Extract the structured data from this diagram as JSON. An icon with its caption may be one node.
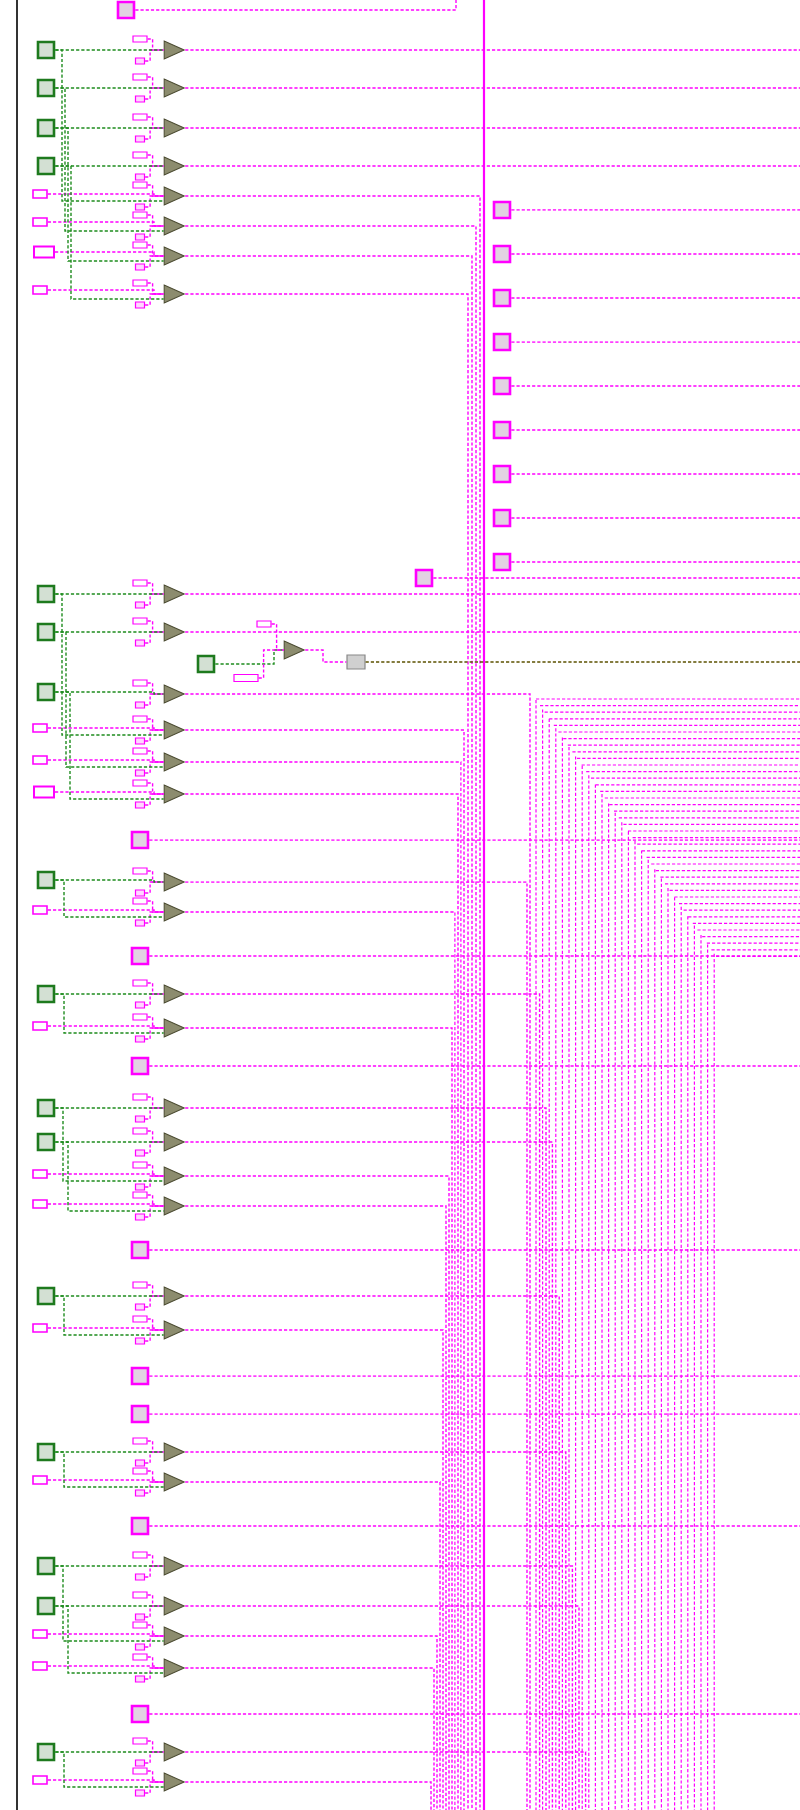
{
  "diagram": {
    "nodes": [
      {
        "text": [],
        "shape": "box"
      },
      {
        "text": [],
        "shape": "box"
      },
      {
        "text": [],
        "shape": "box"
      },
      {
        "text": [],
        "shape": "box"
      },
      {
        "text": [],
        "shape": "triangle"
      },
      {
        "text": [],
        "shape": "box"
      },
      {
        "text": [],
        "shape": "box"
      },
      {
        "text": [],
        "shape": "box"
      },
      {
        "text": [],
        "shape": "triangle"
      },
      {
        "text": [],
        "shape": "box"
      },
      {
        "text": [],
        "shape": "box"
      },
      {
        "text": [],
        "shape": "box"
      },
      {
        "text": [],
        "shape": "triangle"
      },
      {
        "text": [],
        "shape": "box"
      },
      {
        "text": [],
        "shape": "box"
      },
      {
        "text": [],
        "shape": "box"
      },
      {
        "text": [],
        "shape": "triangle"
      },
      {
        "text": [],
        "shape": "box"
      },
      {
        "text": [],
        "shape": "box"
      },
      {
        "text": [],
        "shape": "box"
      },
      {
        "text": [],
        "shape": "triangle"
      },
      {
        "text": [],
        "shape": "box"
      },
      {
        "text": [],
        "shape": "box"
      },
      {
        "text": [],
        "shape": "box"
      },
      {
        "text": [],
        "shape": "triangle"
      },
      {
        "text": [],
        "shape": "box"
      },
      {
        "text": [],
        "shape": "box"
      },
      {
        "text": [],
        "shape": "box"
      },
      {
        "text": [],
        "shape": "triangle"
      },
      {
        "text": [],
        "shape": "box"
      },
      {
        "text": [],
        "shape": "box"
      },
      {
        "text": [],
        "shape": "box"
      },
      {
        "text": [],
        "shape": "triangle"
      },
      {
        "text": [],
        "shape": "box"
      },
      {
        "text": [],
        "shape": "box"
      },
      {
        "text": [],
        "shape": "box"
      },
      {
        "text": [],
        "shape": "box"
      },
      {
        "text": [],
        "shape": "box"
      },
      {
        "text": [],
        "shape": "box"
      },
      {
        "text": [],
        "shape": "box"
      },
      {
        "text": [],
        "shape": "box"
      },
      {
        "text": [],
        "shape": "box"
      },
      {
        "text": [],
        "shape": "box"
      },
      {
        "text": [],
        "shape": "box"
      },
      {
        "text": [],
        "shape": "box"
      },
      {
        "text": [],
        "shape": "box"
      },
      {
        "text": [],
        "shape": "triangle"
      },
      {
        "text": [],
        "shape": "box"
      },
      {
        "text": [],
        "shape": "box"
      },
      {
        "text": [],
        "shape": "box"
      },
      {
        "text": [],
        "shape": "triangle"
      },
      {
        "text": [],
        "shape": "box"
      },
      {
        "text": [],
        "shape": "box"
      },
      {
        "text": [],
        "shape": "box"
      },
      {
        "text": [],
        "shape": "triangle"
      },
      {
        "text": [],
        "shape": "box"
      },
      {
        "text": [],
        "shape": "box"
      },
      {
        "text": [],
        "shape": "box"
      },
      {
        "text": [],
        "shape": "box"
      },
      {
        "text": [],
        "shape": "triangle"
      },
      {
        "text": [],
        "shape": "box"
      },
      {
        "text": [],
        "shape": "box"
      },
      {
        "text": [],
        "shape": "box"
      },
      {
        "text": [],
        "shape": "triangle"
      },
      {
        "text": [],
        "shape": "box"
      },
      {
        "text": [],
        "shape": "box"
      },
      {
        "text": [],
        "shape": "box"
      },
      {
        "text": [],
        "shape": "triangle"
      },
      {
        "text": [],
        "shape": "box"
      },
      {
        "text": [],
        "shape": "box"
      },
      {
        "text": [],
        "shape": "box"
      },
      {
        "text": [],
        "shape": "triangle"
      },
      {
        "text": [],
        "shape": "box"
      },
      {
        "text": [],
        "shape": "box"
      },
      {
        "text": [],
        "shape": "box"
      },
      {
        "text": [],
        "shape": "box"
      },
      {
        "text": [],
        "shape": "triangle"
      },
      {
        "text": [],
        "shape": "box"
      },
      {
        "text": [],
        "shape": "box"
      },
      {
        "text": [],
        "shape": "box"
      },
      {
        "text": [],
        "shape": "triangle"
      },
      {
        "text": [],
        "shape": "box"
      },
      {
        "text": [],
        "shape": "box"
      },
      {
        "text": [],
        "shape": "box"
      },
      {
        "text": [],
        "shape": "box"
      },
      {
        "text": [],
        "shape": "triangle"
      },
      {
        "text": [],
        "shape": "box"
      },
      {
        "text": [],
        "shape": "box"
      },
      {
        "text": [],
        "shape": "box"
      },
      {
        "text": [],
        "shape": "triangle"
      },
      {
        "text": [],
        "shape": "box"
      },
      {
        "text": [],
        "shape": "box"
      },
      {
        "text": [],
        "shape": "box"
      },
      {
        "text": [],
        "shape": "box"
      },
      {
        "text": [],
        "shape": "triangle"
      },
      {
        "text": [],
        "shape": "box"
      },
      {
        "text": [],
        "shape": "box"
      },
      {
        "text": [],
        "shape": "box"
      },
      {
        "text": [],
        "shape": "triangle"
      },
      {
        "text": [],
        "shape": "box"
      },
      {
        "text": [],
        "shape": "box"
      },
      {
        "text": [],
        "shape": "box"
      },
      {
        "text": [],
        "shape": "triangle"
      },
      {
        "text": [],
        "shape": "box"
      },
      {
        "text": [],
        "shape": "box"
      },
      {
        "text": [],
        "shape": "box"
      },
      {
        "text": [],
        "shape": "triangle"
      },
      {
        "text": [],
        "shape": "box"
      },
      {
        "text": [],
        "shape": "box"
      },
      {
        "text": [],
        "shape": "box"
      },
      {
        "text": [],
        "shape": "box"
      },
      {
        "text": [],
        "shape": "triangle"
      },
      {
        "text": [],
        "shape": "box"
      },
      {
        "text": [],
        "shape": "box"
      },
      {
        "text": [],
        "shape": "box"
      },
      {
        "text": [],
        "shape": "triangle"
      },
      {
        "text": [],
        "shape": "box"
      },
      {
        "text": [],
        "shape": "box"
      },
      {
        "text": [],
        "shape": "box"
      },
      {
        "text": [],
        "shape": "box"
      },
      {
        "text": [],
        "shape": "box"
      },
      {
        "text": [],
        "shape": "triangle"
      },
      {
        "text": [],
        "shape": "box"
      },
      {
        "text": [],
        "shape": "box"
      },
      {
        "text": [],
        "shape": "box"
      },
      {
        "text": [],
        "shape": "triangle"
      },
      {
        "text": [],
        "shape": "box"
      },
      {
        "text": [],
        "shape": "box"
      },
      {
        "text": [],
        "shape": "box"
      },
      {
        "text": [],
        "shape": "box"
      },
      {
        "text": [],
        "shape": "triangle"
      },
      {
        "text": [],
        "shape": "box"
      },
      {
        "text": [],
        "shape": "box"
      },
      {
        "text": [],
        "shape": "box"
      },
      {
        "text": [],
        "shape": "triangle"
      },
      {
        "text": [],
        "shape": "box"
      },
      {
        "text": [],
        "shape": "box"
      },
      {
        "text": [],
        "shape": "box"
      },
      {
        "text": [],
        "shape": "triangle"
      },
      {
        "text": [],
        "shape": "box"
      },
      {
        "text": [],
        "shape": "box"
      },
      {
        "text": [],
        "shape": "box"
      },
      {
        "text": [],
        "shape": "triangle"
      },
      {
        "text": [],
        "shape": "box"
      },
      {
        "text": [],
        "shape": "box"
      },
      {
        "text": [],
        "shape": "box"
      },
      {
        "text": [],
        "shape": "box"
      },
      {
        "text": [],
        "shape": "triangle"
      },
      {
        "text": [],
        "shape": "box"
      },
      {
        "text": [],
        "shape": "box"
      },
      {
        "text": [],
        "shape": "box"
      },
      {
        "text": [],
        "shape": "triangle"
      }
    ],
    "edges": [
      {
        "from": 0,
        "to": null,
        "arrow": "none"
      },
      {
        "from": 2,
        "to": 4,
        "arrow": "none"
      },
      {
        "from": 3,
        "to": 4,
        "arrow": "none"
      },
      {
        "from": 1,
        "to": 4,
        "arrow": "none",
        "color": "#1e8c1e"
      },
      {
        "from": 4,
        "to": null,
        "arrow": "none"
      },
      {
        "from": 6,
        "to": 8,
        "arrow": "none"
      },
      {
        "from": 7,
        "to": 8,
        "arrow": "none"
      },
      {
        "from": 5,
        "to": 8,
        "arrow": "none",
        "color": "#1e8c1e"
      },
      {
        "from": 8,
        "to": null,
        "arrow": "none"
      },
      {
        "from": 10,
        "to": 12,
        "arrow": "none"
      },
      {
        "from": 11,
        "to": 12,
        "arrow": "none"
      },
      {
        "from": 9,
        "to": 12,
        "arrow": "none",
        "color": "#1e8c1e"
      },
      {
        "from": 12,
        "to": null,
        "arrow": "none"
      },
      {
        "from": 14,
        "to": 16,
        "arrow": "none"
      },
      {
        "from": 15,
        "to": 16,
        "arrow": "none"
      },
      {
        "from": 13,
        "to": 16,
        "arrow": "none",
        "color": "#1e8c1e"
      },
      {
        "from": 16,
        "to": null,
        "arrow": "none"
      },
      {
        "from": 18,
        "to": 20,
        "arrow": "none"
      },
      {
        "from": 19,
        "to": 20,
        "arrow": "none"
      },
      {
        "from": 17,
        "to": 20,
        "arrow": "none"
      },
      {
        "from": 20,
        "to": null,
        "arrow": "none"
      },
      {
        "from": 22,
        "to": 24,
        "arrow": "none"
      },
      {
        "from": 23,
        "to": 24,
        "arrow": "none"
      },
      {
        "from": 21,
        "to": 24,
        "arrow": "none"
      },
      {
        "from": 24,
        "to": null,
        "arrow": "none"
      },
      {
        "from": 26,
        "to": 28,
        "arrow": "none"
      },
      {
        "from": 27,
        "to": 28,
        "arrow": "none"
      },
      {
        "from": 25,
        "to": 28,
        "arrow": "none"
      },
      {
        "from": 28,
        "to": null,
        "arrow": "none"
      },
      {
        "from": 30,
        "to": 32,
        "arrow": "none"
      },
      {
        "from": 31,
        "to": 32,
        "arrow": "none"
      },
      {
        "from": 29,
        "to": 32,
        "arrow": "none"
      },
      {
        "from": 32,
        "to": null,
        "arrow": "none"
      },
      {
        "from": 1,
        "to": 20,
        "arrow": "none",
        "color": "#1e8c1e"
      },
      {
        "from": 5,
        "to": 24,
        "arrow": "none",
        "color": "#1e8c1e"
      },
      {
        "from": 9,
        "to": 28,
        "arrow": "none",
        "color": "#1e8c1e"
      },
      {
        "from": 13,
        "to": 32,
        "arrow": "none",
        "color": "#1e8c1e"
      },
      {
        "from": 33,
        "to": null,
        "arrow": "none"
      },
      {
        "from": 34,
        "to": null,
        "arrow": "none"
      },
      {
        "from": 35,
        "to": null,
        "arrow": "none"
      },
      {
        "from": 36,
        "to": null,
        "arrow": "none"
      },
      {
        "from": 37,
        "to": null,
        "arrow": "none"
      },
      {
        "from": 38,
        "to": null,
        "arrow": "none"
      },
      {
        "from": 39,
        "to": null,
        "arrow": "none"
      },
      {
        "from": 40,
        "to": null,
        "arrow": "none"
      },
      {
        "from": 41,
        "to": null,
        "arrow": "none"
      },
      {
        "from": 42,
        "to": null,
        "arrow": "none"
      },
      {
        "from": 44,
        "to": 46,
        "arrow": "none"
      },
      {
        "from": 45,
        "to": 46,
        "arrow": "none"
      },
      {
        "from": 43,
        "to": 46,
        "arrow": "none",
        "color": "#1e8c1e"
      },
      {
        "from": 46,
        "to": null,
        "arrow": "none"
      },
      {
        "from": 48,
        "to": 50,
        "arrow": "none"
      },
      {
        "from": 49,
        "to": 50,
        "arrow": "none"
      },
      {
        "from": 47,
        "to": 50,
        "arrow": "none",
        "color": "#1e8c1e"
      },
      {
        "from": 50,
        "to": null,
        "arrow": "none"
      },
      {
        "from": 51,
        "to": 54,
        "arrow": "none",
        "color": "#1e8c1e"
      },
      {
        "from": 52,
        "to": 54,
        "arrow": "none"
      },
      {
        "from": 53,
        "to": 54,
        "arrow": "none"
      },
      {
        "from": 54,
        "to": 55,
        "arrow": "none"
      },
      {
        "from": 55,
        "to": null,
        "arrow": "none",
        "color": "#5c5200"
      },
      {
        "from": 57,
        "to": 59,
        "arrow": "none"
      },
      {
        "from": 58,
        "to": 59,
        "arrow": "none"
      },
      {
        "from": 56,
        "to": 59,
        "arrow": "none",
        "color": "#1e8c1e"
      },
      {
        "from": 59,
        "to": null,
        "arrow": "none"
      },
      {
        "from": 61,
        "to": 63,
        "arrow": "none"
      },
      {
        "from": 62,
        "to": 63,
        "arrow": "none"
      },
      {
        "from": 60,
        "to": 63,
        "arrow": "none"
      },
      {
        "from": 63,
        "to": null,
        "arrow": "none"
      },
      {
        "from": 65,
        "to": 67,
        "arrow": "none"
      },
      {
        "from": 66,
        "to": 67,
        "arrow": "none"
      },
      {
        "from": 64,
        "to": 67,
        "arrow": "none"
      },
      {
        "from": 67,
        "to": null,
        "arrow": "none"
      },
      {
        "from": 69,
        "to": 71,
        "arrow": "none"
      },
      {
        "from": 70,
        "to": 71,
        "arrow": "none"
      },
      {
        "from": 68,
        "to": 71,
        "arrow": "none"
      },
      {
        "from": 71,
        "to": null,
        "arrow": "none"
      },
      {
        "from": 43,
        "to": 63,
        "arrow": "none",
        "color": "#1e8c1e"
      },
      {
        "from": 47,
        "to": 67,
        "arrow": "none",
        "color": "#1e8c1e"
      },
      {
        "from": 56,
        "to": 71,
        "arrow": "none",
        "color": "#1e8c1e"
      },
      {
        "from": 72,
        "to": null,
        "arrow": "none"
      },
      {
        "from": 74,
        "to": 76,
        "arrow": "none"
      },
      {
        "from": 75,
        "to": 76,
        "arrow": "none"
      },
      {
        "from": 73,
        "to": 76,
        "arrow": "none",
        "color": "#1e8c1e"
      },
      {
        "from": 76,
        "to": null,
        "arrow": "none"
      },
      {
        "from": 78,
        "to": 80,
        "arrow": "none"
      },
      {
        "from": 79,
        "to": 80,
        "arrow": "none"
      },
      {
        "from": 77,
        "to": 80,
        "arrow": "none"
      },
      {
        "from": 80,
        "to": null,
        "arrow": "none"
      },
      {
        "from": 73,
        "to": 80,
        "arrow": "none",
        "color": "#1e8c1e"
      },
      {
        "from": 81,
        "to": null,
        "arrow": "none"
      },
      {
        "from": 83,
        "to": 85,
        "arrow": "none"
      },
      {
        "from": 84,
        "to": 85,
        "arrow": "none"
      },
      {
        "from": 82,
        "to": 85,
        "arrow": "none",
        "color": "#1e8c1e"
      },
      {
        "from": 85,
        "to": null,
        "arrow": "none"
      },
      {
        "from": 87,
        "to": 89,
        "arrow": "none"
      },
      {
        "from": 88,
        "to": 89,
        "arrow": "none"
      },
      {
        "from": 86,
        "to": 89,
        "arrow": "none"
      },
      {
        "from": 89,
        "to": null,
        "arrow": "none"
      },
      {
        "from": 82,
        "to": 89,
        "arrow": "none",
        "color": "#1e8c1e"
      },
      {
        "from": 90,
        "to": null,
        "arrow": "none"
      },
      {
        "from": 92,
        "to": 94,
        "arrow": "none"
      },
      {
        "from": 93,
        "to": 94,
        "arrow": "none"
      },
      {
        "from": 91,
        "to": 94,
        "arrow": "none",
        "color": "#1e8c1e"
      },
      {
        "from": 94,
        "to": null,
        "arrow": "none"
      },
      {
        "from": 96,
        "to": 98,
        "arrow": "none"
      },
      {
        "from": 97,
        "to": 98,
        "arrow": "none"
      },
      {
        "from": 95,
        "to": 98,
        "arrow": "none",
        "color": "#1e8c1e"
      },
      {
        "from": 98,
        "to": null,
        "arrow": "none"
      },
      {
        "from": 100,
        "to": 102,
        "arrow": "none"
      },
      {
        "from": 101,
        "to": 102,
        "arrow": "none"
      },
      {
        "from": 99,
        "to": 102,
        "arrow": "none"
      },
      {
        "from": 102,
        "to": null,
        "arrow": "none"
      },
      {
        "from": 104,
        "to": 106,
        "arrow": "none"
      },
      {
        "from": 105,
        "to": 106,
        "arrow": "none"
      },
      {
        "from": 103,
        "to": 106,
        "arrow": "none"
      },
      {
        "from": 106,
        "to": null,
        "arrow": "none"
      },
      {
        "from": 91,
        "to": 102,
        "arrow": "none",
        "color": "#1e8c1e"
      },
      {
        "from": 95,
        "to": 106,
        "arrow": "none",
        "color": "#1e8c1e"
      },
      {
        "from": 107,
        "to": null,
        "arrow": "none"
      },
      {
        "from": 109,
        "to": 111,
        "arrow": "none"
      },
      {
        "from": 110,
        "to": 111,
        "arrow": "none"
      },
      {
        "from": 108,
        "to": 111,
        "arrow": "none",
        "color": "#1e8c1e"
      },
      {
        "from": 111,
        "to": null,
        "arrow": "none"
      },
      {
        "from": 113,
        "to": 115,
        "arrow": "none"
      },
      {
        "from": 114,
        "to": 115,
        "arrow": "none"
      },
      {
        "from": 112,
        "to": 115,
        "arrow": "none"
      },
      {
        "from": 115,
        "to": null,
        "arrow": "none"
      },
      {
        "from": 108,
        "to": 115,
        "arrow": "none",
        "color": "#1e8c1e"
      },
      {
        "from": 116,
        "to": null,
        "arrow": "none"
      },
      {
        "from": 117,
        "to": null,
        "arrow": "none"
      },
      {
        "from": 119,
        "to": 121,
        "arrow": "none"
      },
      {
        "from": 120,
        "to": 121,
        "arrow": "none"
      },
      {
        "from": 118,
        "to": 121,
        "arrow": "none",
        "color": "#1e8c1e"
      },
      {
        "from": 121,
        "to": null,
        "arrow": "none"
      },
      {
        "from": 123,
        "to": 125,
        "arrow": "none"
      },
      {
        "from": 124,
        "to": 125,
        "arrow": "none"
      },
      {
        "from": 122,
        "to": 125,
        "arrow": "none"
      },
      {
        "from": 125,
        "to": null,
        "arrow": "none"
      },
      {
        "from": 118,
        "to": 125,
        "arrow": "none",
        "color": "#1e8c1e"
      },
      {
        "from": 126,
        "to": null,
        "arrow": "none"
      },
      {
        "from": 128,
        "to": 130,
        "arrow": "none"
      },
      {
        "from": 129,
        "to": 130,
        "arrow": "none"
      },
      {
        "from": 127,
        "to": 130,
        "arrow": "none",
        "color": "#1e8c1e"
      },
      {
        "from": 130,
        "to": null,
        "arrow": "none"
      },
      {
        "from": 132,
        "to": 134,
        "arrow": "none"
      },
      {
        "from": 133,
        "to": 134,
        "arrow": "none"
      },
      {
        "from": 131,
        "to": 134,
        "arrow": "none",
        "color": "#1e8c1e"
      },
      {
        "from": 134,
        "to": null,
        "arrow": "none"
      },
      {
        "from": 136,
        "to": 138,
        "arrow": "none"
      },
      {
        "from": 137,
        "to": 138,
        "arrow": "none"
      },
      {
        "from": 135,
        "to": 138,
        "arrow": "none"
      },
      {
        "from": 138,
        "to": null,
        "arrow": "none"
      },
      {
        "from": 140,
        "to": 142,
        "arrow": "none"
      },
      {
        "from": 141,
        "to": 142,
        "arrow": "none"
      },
      {
        "from": 139,
        "to": 142,
        "arrow": "none"
      },
      {
        "from": 142,
        "to": null,
        "arrow": "none"
      },
      {
        "from": 127,
        "to": 138,
        "arrow": "none",
        "color": "#1e8c1e"
      },
      {
        "from": 131,
        "to": 142,
        "arrow": "none",
        "color": "#1e8c1e"
      },
      {
        "from": 143,
        "to": null,
        "arrow": "none"
      },
      {
        "from": 145,
        "to": 147,
        "arrow": "none"
      },
      {
        "from": 146,
        "to": 147,
        "arrow": "none"
      },
      {
        "from": 144,
        "to": 147,
        "arrow": "none",
        "color": "#1e8c1e"
      },
      {
        "from": 147,
        "to": null,
        "arrow": "none"
      },
      {
        "from": 149,
        "to": 151,
        "arrow": "none"
      },
      {
        "from": 150,
        "to": 151,
        "arrow": "none"
      },
      {
        "from": 148,
        "to": 151,
        "arrow": "none"
      },
      {
        "from": 151,
        "to": null,
        "arrow": "none"
      },
      {
        "from": 144,
        "to": 151,
        "arrow": "none",
        "color": "#1e8c1e"
      }
    ]
  }
}
